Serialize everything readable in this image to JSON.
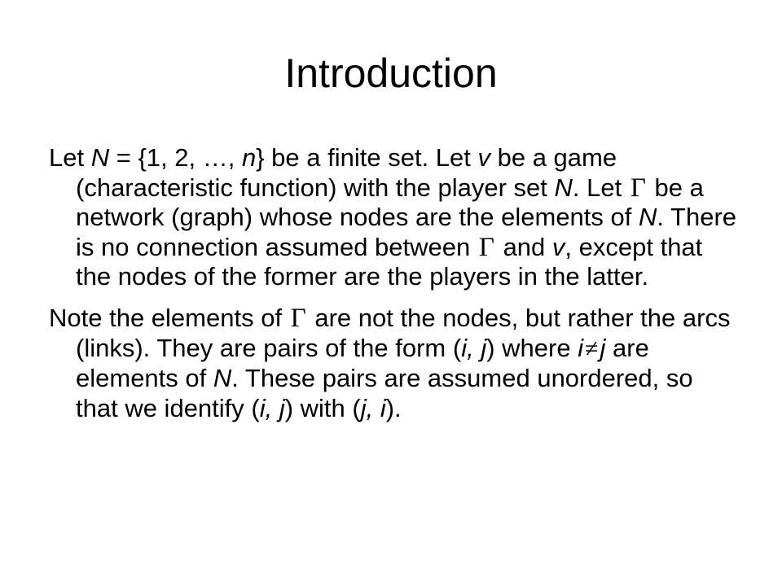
{
  "slide": {
    "title": "Introduction",
    "symbols": {
      "gamma": "Γ",
      "neq": "≠"
    },
    "para1": {
      "s1": "Let ",
      "N1": "N",
      "s2": " = {1, 2, …, ",
      "n1": "n",
      "s3": "} be a finite set. Let ",
      "v1": "v",
      "s4": " be a game (characteristic function) with the player set ",
      "N2": "N",
      "s5": ". Let ",
      "s6": " be a network (graph) whose nodes are the elements of ",
      "N3": "N",
      "s7": ". There is no connection assumed between ",
      "s8": " and ",
      "v2": "v",
      "s9": ", except that the nodes of the former are the players in the latter."
    },
    "para2": {
      "s1": "Note the elements of ",
      "s2": " are not the nodes, but rather the arcs (links). They are pairs of the form (",
      "ij1": "i, j",
      "s3": ") where ",
      "i1": "i",
      "j1": "j",
      "s4": " are elements of ",
      "N1": "N",
      "s5": ". These pairs are assumed unordered, so that we identify (",
      "ij2": "i, j",
      "s6": ") with (",
      "ji1": "j, i",
      "s7": ")."
    }
  }
}
